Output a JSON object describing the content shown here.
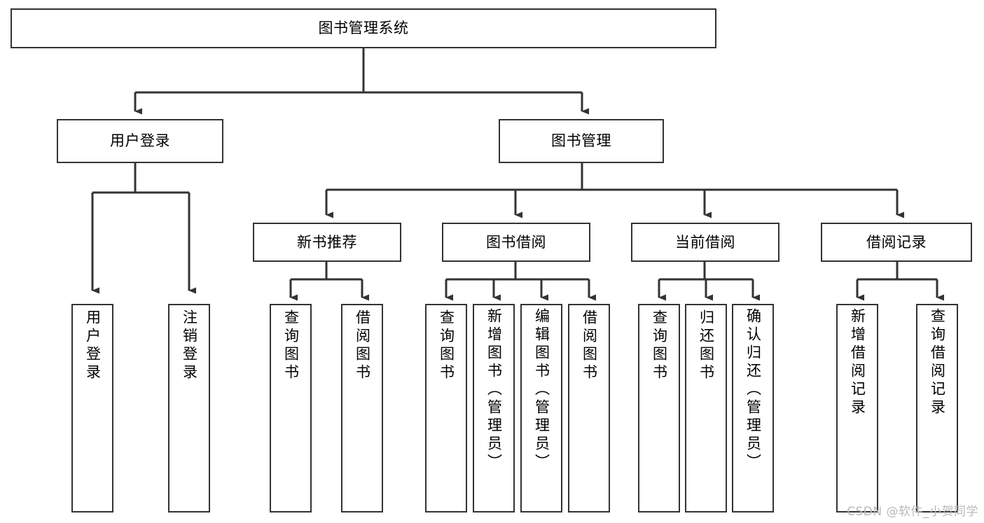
{
  "diagram": {
    "title": "图书管理系统",
    "type": "tree-hierarchy-chart",
    "orientation": "top-down",
    "colors": {
      "box_border": "#333333",
      "box_fill": "#ffffff",
      "edge": "#333333",
      "text": "#000000",
      "watermark": "#b9b9b9",
      "background": "#ffffff"
    }
  },
  "root": {
    "label": "图书管理系统"
  },
  "level2": {
    "user_login": {
      "label": "用户登录"
    },
    "book_manage": {
      "label": "图书管理"
    }
  },
  "level3": {
    "new_book_recommend": {
      "label": "新书推荐"
    },
    "book_borrow": {
      "label": "图书借阅"
    },
    "current_borrow": {
      "label": "当前借阅"
    },
    "borrow_record": {
      "label": "借阅记录"
    }
  },
  "leaves": {
    "user_login": [
      {
        "label": "用户登录"
      },
      {
        "label": "注销登录"
      }
    ],
    "new_book_recommend": [
      {
        "label": "查询图书"
      },
      {
        "label": "借阅图书"
      }
    ],
    "book_borrow": [
      {
        "label": "查询图书"
      },
      {
        "label": "新增图书（管理员）"
      },
      {
        "label": "编辑图书（管理员）"
      },
      {
        "label": "借阅图书"
      }
    ],
    "current_borrow": [
      {
        "label": "查询图书"
      },
      {
        "label": "归还图书"
      },
      {
        "label": "确认归还（管理员）"
      }
    ],
    "borrow_record": [
      {
        "label": "新增借阅记录"
      },
      {
        "label": "查询借阅记录"
      }
    ]
  },
  "watermark": {
    "text": "CSDN @软件_小贺同学"
  }
}
